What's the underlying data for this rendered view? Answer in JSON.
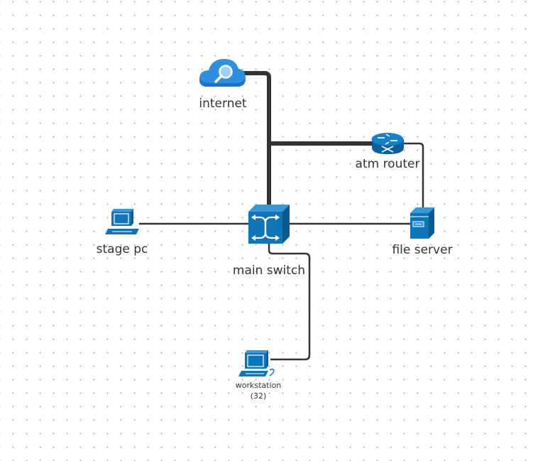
{
  "diagram": {
    "title": "network diagram",
    "nodes": [
      {
        "id": "internet",
        "label": "internet",
        "icon": "cloud-search-icon"
      },
      {
        "id": "atm_router",
        "label": "atm router",
        "icon": "router-icon"
      },
      {
        "id": "main_switch",
        "label": "main switch",
        "icon": "switch-icon"
      },
      {
        "id": "stage_pc",
        "label": "stage pc",
        "icon": "pc-icon"
      },
      {
        "id": "file_server",
        "label": "file server",
        "icon": "server-icon"
      },
      {
        "id": "workstation",
        "label": "workstation",
        "sublabel": "(32)",
        "icon": "workstation-icon"
      }
    ],
    "edges": [
      {
        "from": "internet",
        "to": "main_switch",
        "style": "thick"
      },
      {
        "from": "atm_router",
        "to": "main_switch",
        "style": "thick"
      },
      {
        "from": "atm_router",
        "to": "file_server",
        "style": "thin"
      },
      {
        "from": "stage_pc",
        "to": "main_switch",
        "style": "thin"
      },
      {
        "from": "main_switch",
        "to": "file_server",
        "style": "thin"
      },
      {
        "from": "main_switch",
        "to": "workstation",
        "style": "thin"
      }
    ],
    "colors": {
      "icon_blue": "#0f74b8",
      "icon_dark": "#0b5f99",
      "cloud_blue": "#2f8fe0",
      "edge": "#333333"
    }
  }
}
